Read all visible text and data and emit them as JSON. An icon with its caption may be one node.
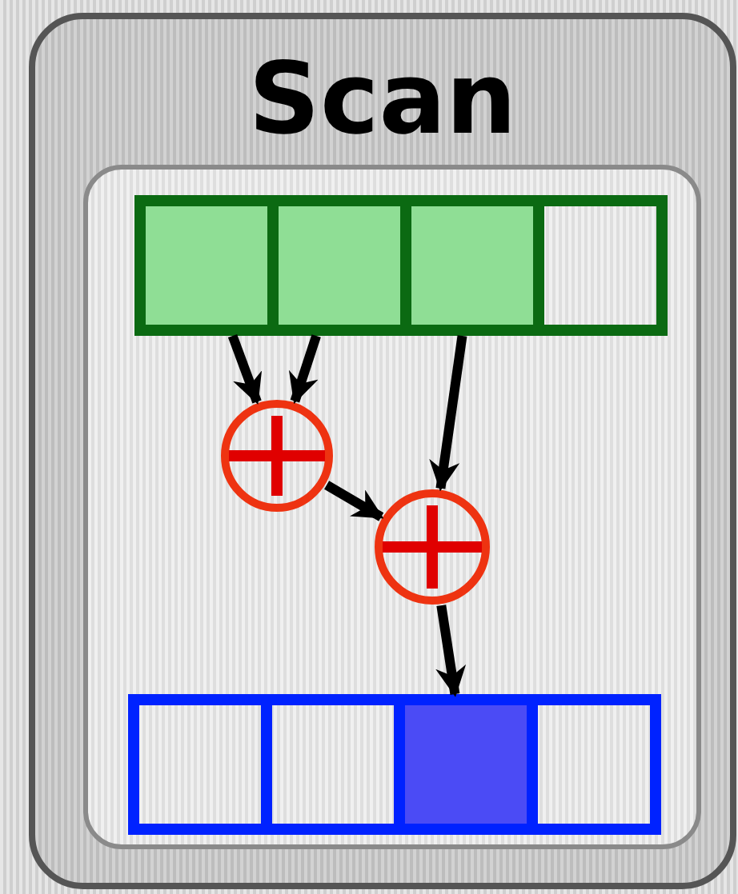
{
  "diagram": {
    "nodes": [
      {
        "text": [
          "Scan"
        ]
      },
      {
        "text": [],
        "shape": "box",
        "in": 0
      },
      {
        "text": [],
        "shape": "box",
        "in": 1
      },
      {
        "text": [],
        "shape": "box",
        "in": 1
      },
      {
        "text": [],
        "shape": "box",
        "in": 1
      },
      {
        "text": [],
        "shape": "box",
        "in": 1
      },
      {
        "text": [],
        "shape": "circle",
        "in": 1
      },
      {
        "text": [],
        "shape": "circle",
        "in": 1
      },
      {
        "text": [],
        "shape": "box",
        "in": 1
      },
      {
        "text": [],
        "shape": "box",
        "in": 1
      },
      {
        "text": [],
        "shape": "box",
        "in": 1
      },
      {
        "text": [],
        "shape": "box",
        "in": 1
      }
    ],
    "edges": [
      {
        "from": 2,
        "to": 6,
        "arrow": "to"
      },
      {
        "from": 3,
        "to": 6,
        "arrow": "to"
      },
      {
        "from": 4,
        "to": 7,
        "arrow": "to"
      },
      {
        "from": 6,
        "to": 7,
        "arrow": "to"
      },
      {
        "from": 7,
        "to": 10,
        "arrow": "to"
      }
    ]
  }
}
